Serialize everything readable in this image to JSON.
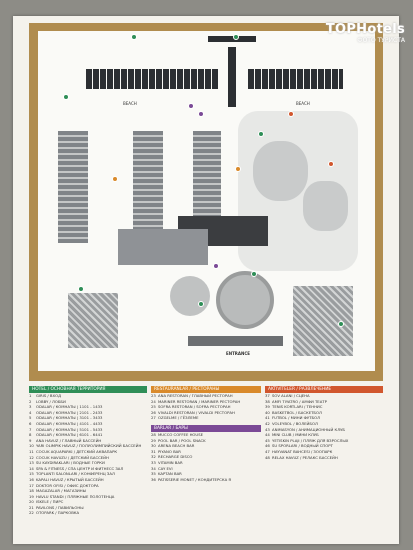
{
  "map": {
    "beach_left": "BEACH",
    "beach_right": "BEACH",
    "entrance": "ENTRANCE"
  },
  "watermark": {
    "title": "TOPHotels",
    "subtitle": "ФОТО ТУРИСТА"
  },
  "legend": {
    "hotel": {
      "header": "HOTEL / ОСНОВНАЯ ТЕРРИТОРИЯ",
      "color": "#2f8e57",
      "items": [
        {
          "n": "1",
          "t": "GIRIS / ВХОД"
        },
        {
          "n": "2",
          "t": "LOBBY / ЛОББИ"
        },
        {
          "n": "3",
          "t": "ODALAR / КОМНАТЫ | 1101 - 1433"
        },
        {
          "n": "4",
          "t": "ODALAR / КОМНАТЫ | 2101 - 2433"
        },
        {
          "n": "5",
          "t": "ODALAR / КОМНАТЫ | 3101 - 3433"
        },
        {
          "n": "6",
          "t": "ODALAR / КОМНАТЫ | 4101 - 4433"
        },
        {
          "n": "7",
          "t": "ODALAR / КОМНАТЫ | 5101 - 5433"
        },
        {
          "n": "8",
          "t": "ODALAR / КОМНАТЫ | 6101 - 6441"
        },
        {
          "n": "9",
          "t": "ANA HAVUZ / ГЛАВНЫЙ БАССЕЙН"
        },
        {
          "n": "10",
          "t": "YARI OLIMPIK HAVUZ / ПОЛУОЛИМПИЙСКИЙ БАССЕЙН"
        },
        {
          "n": "11",
          "t": "COCUK AQUAPARKI / ДЕТСКИЙ АКВАПАРК"
        },
        {
          "n": "12",
          "t": "COCUK HAVUZU / ДЕТСКИЙ БАССЕЙН"
        },
        {
          "n": "13",
          "t": "SU KAYDIRAKLARI / ВОДНЫЕ ГОРКИ"
        },
        {
          "n": "14",
          "t": "SPA & FITNESS / СПА ЦЕНТР И ФИТНЕСС ЗАЛ"
        },
        {
          "n": "15",
          "t": "TOPLANTI SALONLARI / КОНФЕРЕНЦ ЗАЛ"
        },
        {
          "n": "16",
          "t": "KAPALI HAVUZ / КРЫТЫЙ БАССЕЙН"
        },
        {
          "n": "17",
          "t": "DOKTOR OFISI / ОФИС ДОКТОРА"
        },
        {
          "n": "18",
          "t": "MAGAZALAR / МАГАЗИНЫ"
        },
        {
          "n": "19",
          "t": "HAVLU STANDI / ПЛЯЖНЫЕ ПОЛОТЕНЦА"
        },
        {
          "n": "20",
          "t": "ISKELE / ПИРС"
        },
        {
          "n": "21",
          "t": "PAVILONS / ПАВИЛЬОНЫ"
        },
        {
          "n": "22",
          "t": "OTOPARK / ПАРКОВКА"
        }
      ]
    },
    "restaurants": {
      "header": "RESTAURANLAR / РЕСТОРАНЫ",
      "color": "#d98a2b",
      "items": [
        {
          "n": "23",
          "t": "ANA RESTORAN / ГЛАВНЫЙ РЕСТОРАН"
        },
        {
          "n": "24",
          "t": "MARINER RESTORAN / MARINER РЕСТОРАН"
        },
        {
          "n": "25",
          "t": "SOFRA RESTORAN / SOFRA РЕСТОРАН"
        },
        {
          "n": "26",
          "t": "VIVALDI RESTORAN / VIVALDI РЕСТОРАН"
        },
        {
          "n": "27",
          "t": "OZGELME / ГЁЗЛЕМЕ"
        }
      ]
    },
    "bars": {
      "header": "BARLAR / БАРЫ",
      "color": "#7b4a96",
      "items": [
        {
          "n": "28",
          "t": "MUCCO COFFEE HOUSE"
        },
        {
          "n": "29",
          "t": "POOL BAR / POOL SNACK"
        },
        {
          "n": "30",
          "t": "ARENA BEACH BAR"
        },
        {
          "n": "31",
          "t": "PIYANO BAR"
        },
        {
          "n": "32",
          "t": "RECHARGE DISCO"
        },
        {
          "n": "33",
          "t": "VITAMIN BAR"
        },
        {
          "n": "34",
          "t": "CAY EVI"
        },
        {
          "n": "35",
          "t": "KAPTAN BAR"
        },
        {
          "n": "36",
          "t": "PATISSERIE MONET / КОНДИТЕРСКА Я"
        }
      ]
    },
    "activities": {
      "header": "AKTIVITELER / РАЗВЛЕЧЕНИЕ",
      "color": "#d1572e",
      "items": [
        {
          "n": "37",
          "t": "SOV ALANI / СЦЕНА"
        },
        {
          "n": "38",
          "t": "AMFI TIYATRO / АМФИ ТЕАТР"
        },
        {
          "n": "39",
          "t": "TENIS KORTLARI / ТЕННИС"
        },
        {
          "n": "40",
          "t": "BASKETBOL / БАСКЕТБОЛ"
        },
        {
          "n": "41",
          "t": "FUTBOL / МИНИ ФУТБОЛ"
        },
        {
          "n": "42",
          "t": "VOLEYBOL / ВОЛЕЙБОЛ"
        },
        {
          "n": "43",
          "t": "ANIMASYON / АНИМАЦИОННЫЙ КЛУБ"
        },
        {
          "n": "44",
          "t": "MINI CLUB / МИНИ КЛУБ"
        },
        {
          "n": "45",
          "t": "YETISKIN PLAJI / ПЛЯЖ ДЛЯ ВЗРОСЛЫХ"
        },
        {
          "n": "46",
          "t": "SU SPORLARI / ВОДНЫЙ СПОРТ"
        },
        {
          "n": "47",
          "t": "HAYVANAT BAHCESI / ЗООПАРК"
        },
        {
          "n": "48",
          "t": "RELAX HAVUZ / РЕЛАКС БАССЕЙН"
        }
      ]
    }
  }
}
